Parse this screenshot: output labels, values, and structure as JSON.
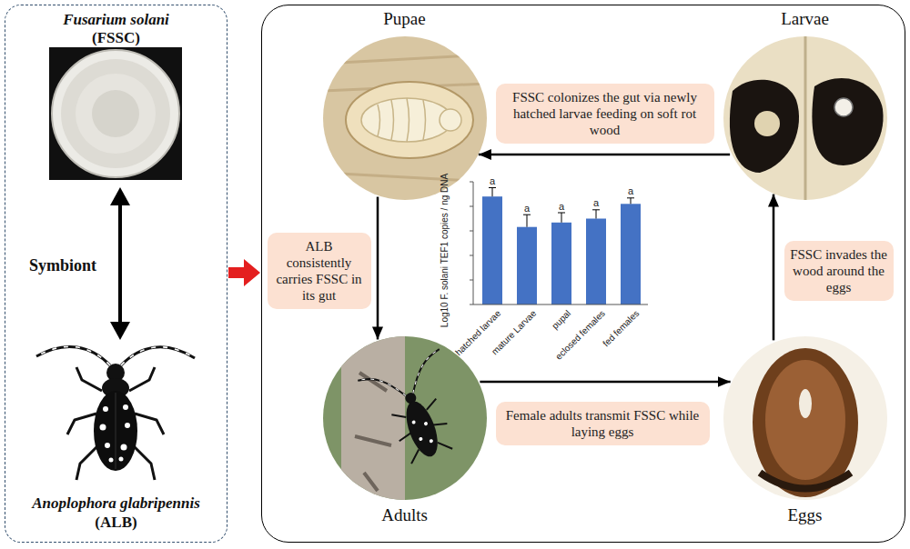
{
  "diagram": {
    "nodes": [
      {
        "text": [
          "Fusarium solani",
          "(FSSC)",
          "Symbiont",
          "Anoplophora glabripennis",
          "(ALB)"
        ]
      },
      {
        "text": []
      },
      {
        "text": [
          "Pupae"
        ],
        "in": 1
      },
      {
        "text": [
          "Larvae"
        ],
        "in": 1
      },
      {
        "text": [
          "FSSC colonizes the gut via newly hatched larvae feeding on soft rot wood"
        ],
        "in": 1
      },
      {
        "text": [
          "ALB consistently carries FSSC in its gut"
        ],
        "in": 1
      },
      {
        "text": [
          "FSSC invades the wood around the eggs"
        ],
        "in": 1
      },
      {
        "text": [
          "Adults"
        ],
        "in": 1
      },
      {
        "text": [
          "Eggs"
        ],
        "in": 1
      },
      {
        "text": [
          "Female adults transmit FSSC while laying eggs"
        ],
        "in": 1
      }
    ],
    "edges": [
      {
        "from": 0,
        "to": 1,
        "arrow": "to"
      },
      {
        "from": 3,
        "to": 2,
        "arrow": "to"
      },
      {
        "from": 2,
        "to": 7,
        "arrow": "to"
      },
      {
        "from": 7,
        "to": 8,
        "arrow": "to"
      },
      {
        "from": 8,
        "to": 3,
        "arrow": "to"
      }
    ],
    "labels": [
      "Log10 F. solani TEF1 copies / ng DNA",
      "a",
      "a",
      "a",
      "a",
      "a",
      "hatched larvae",
      "mature Larvae",
      "pupal",
      "eclosed females",
      "fed females"
    ]
  }
}
